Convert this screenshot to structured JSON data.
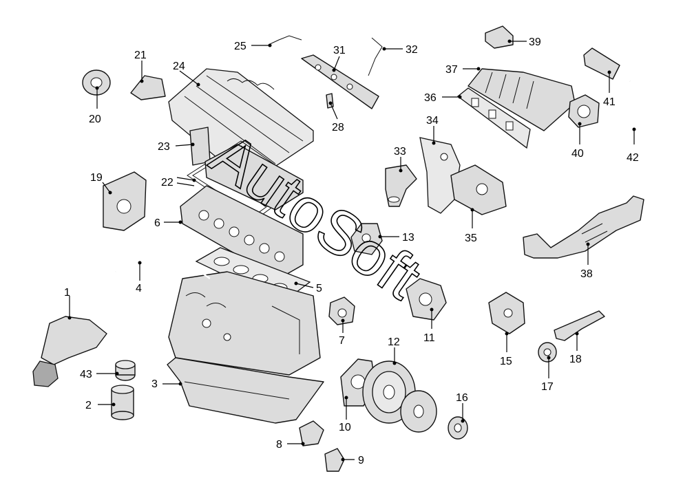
{
  "watermark": "AutoSoft",
  "callouts": {
    "c1": "1",
    "c2": "2",
    "c3": "3",
    "c4": "4",
    "c5": "5",
    "c6": "6",
    "c7": "7",
    "c8": "8",
    "c9": "9",
    "c10": "10",
    "c11": "11",
    "c12": "12",
    "c13": "13",
    "c15": "15",
    "c16": "16",
    "c17": "17",
    "c18": "18",
    "c19": "19",
    "c20": "20",
    "c21": "21",
    "c22": "22",
    "c23": "23",
    "c24": "24",
    "c25": "25",
    "c28": "28",
    "c31": "31",
    "c32": "32",
    "c33": "33",
    "c34": "34",
    "c35": "35",
    "c36": "36",
    "c37": "37",
    "c38": "38",
    "c39": "39",
    "c40": "40",
    "c41": "41",
    "c42": "42",
    "c43": "43"
  }
}
